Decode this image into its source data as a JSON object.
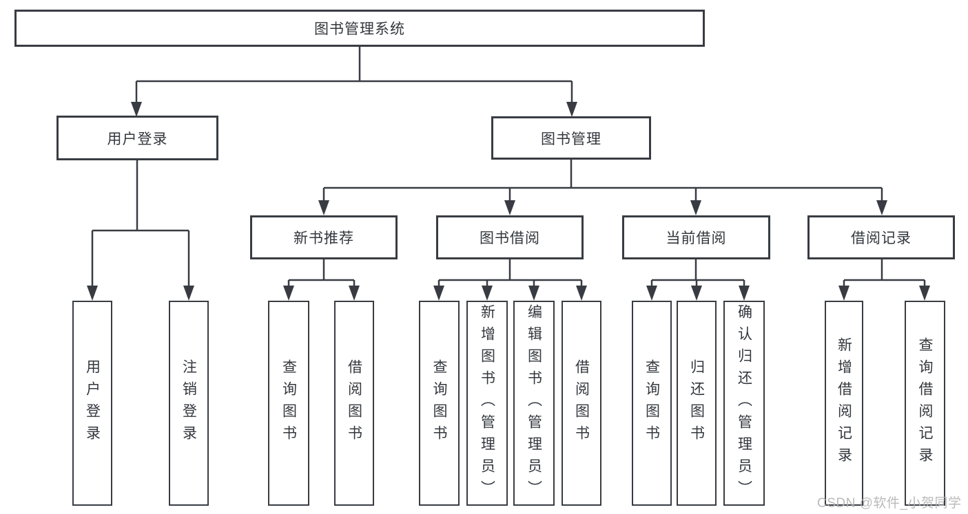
{
  "colors": {
    "background": "#ffffff",
    "line": "#383c42",
    "box_border": "#383c42",
    "text": "#33373d",
    "watermark": "#b2b2b2"
  },
  "nodes": {
    "root": {
      "label": "图书管理系统"
    },
    "user_login": {
      "label": "用户登录"
    },
    "book_mgmt": {
      "label": "图书管理"
    },
    "new_book_rec": {
      "label": "新书推荐"
    },
    "book_borrow": {
      "label": "图书借阅"
    },
    "current_borrow": {
      "label": "当前借阅"
    },
    "borrow_records": {
      "label": "借阅记录"
    },
    "leaf_login": {
      "label": "用户登录"
    },
    "leaf_logout": {
      "label": "注销登录"
    },
    "leaf_rec_query": {
      "label": "查询图书"
    },
    "leaf_rec_borrow": {
      "label": "借阅图书"
    },
    "leaf_bb_query": {
      "label": "查询图书"
    },
    "leaf_bb_add": {
      "label": "新增图书（管理员）"
    },
    "leaf_bb_edit": {
      "label": "编辑图书（管理员）"
    },
    "leaf_bb_borrow": {
      "label": "借阅图书"
    },
    "leaf_cb_query": {
      "label": "查询图书"
    },
    "leaf_cb_return": {
      "label": "归还图书"
    },
    "leaf_cb_confirm": {
      "label": "确认归还（管理员）"
    },
    "leaf_br_add": {
      "label": "新增借阅记录"
    },
    "leaf_br_query": {
      "label": "查询借阅记录"
    }
  },
  "watermark": {
    "text": "CSDN @软件_小贺同学"
  }
}
